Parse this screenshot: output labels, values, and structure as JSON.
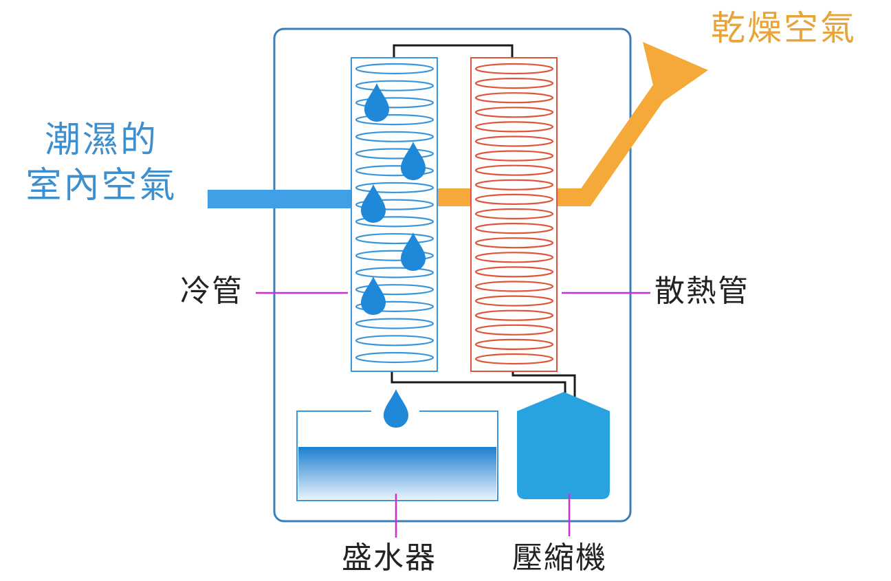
{
  "labels": {
    "humid_air_line1": "潮濕的",
    "humid_air_line2": "室內空氣",
    "dry_air": "乾燥空氣",
    "cold_pipe": "冷管",
    "heat_pipe": "散熱管",
    "water_tank": "盛水器",
    "compressor": "壓縮機"
  },
  "colors": {
    "humid_air_arrow": "#3fa0e8",
    "dry_air_arrow": "#f5a938",
    "cold_coil": "#3a96dc",
    "hot_coil": "#e0553a",
    "water_drop": "#1f88d8",
    "compressor_body": "#29a3e0",
    "callout_line": "#d12dd1",
    "housing_border": "#3a7fb8",
    "pipe": "#1a1a1a"
  },
  "icons": {
    "drops": "water-drop-icon",
    "cold_coil": "cold-coil-icon",
    "hot_coil": "hot-coil-icon",
    "compressor": "compressor-icon"
  }
}
